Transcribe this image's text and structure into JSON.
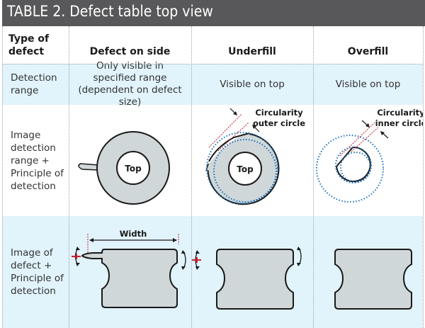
{
  "title": "TABLE 2. Defect table top view",
  "header": {
    "row_label": "Type of defect",
    "columns": [
      "Defect on side",
      "Underfill",
      "Overfill"
    ]
  },
  "rows": [
    {
      "label": "Detection range",
      "cells": [
        "Only visible in specified range (dependent on defect size)",
        "Visible on top",
        "Visible on top"
      ]
    },
    {
      "label": "Image detection range + Principle of detection",
      "figure_labels": {
        "top_label": "Top",
        "underfill_annotation": [
          "Circularity",
          "outer circle"
        ],
        "overfill_annotation": [
          "Circularity",
          "inner circle"
        ]
      }
    },
    {
      "label": "Image of defect + Principle of detection",
      "figure_labels": {
        "width_label": "Width"
      }
    }
  ],
  "colors": {
    "title_bar": "#58585a",
    "row_tint": "#e1f3fb",
    "part_fill": "#d0d7d9",
    "outline": "#1a1a1a",
    "fit_circle": "#1b6fb8",
    "measure_line": "#c8202f"
  }
}
